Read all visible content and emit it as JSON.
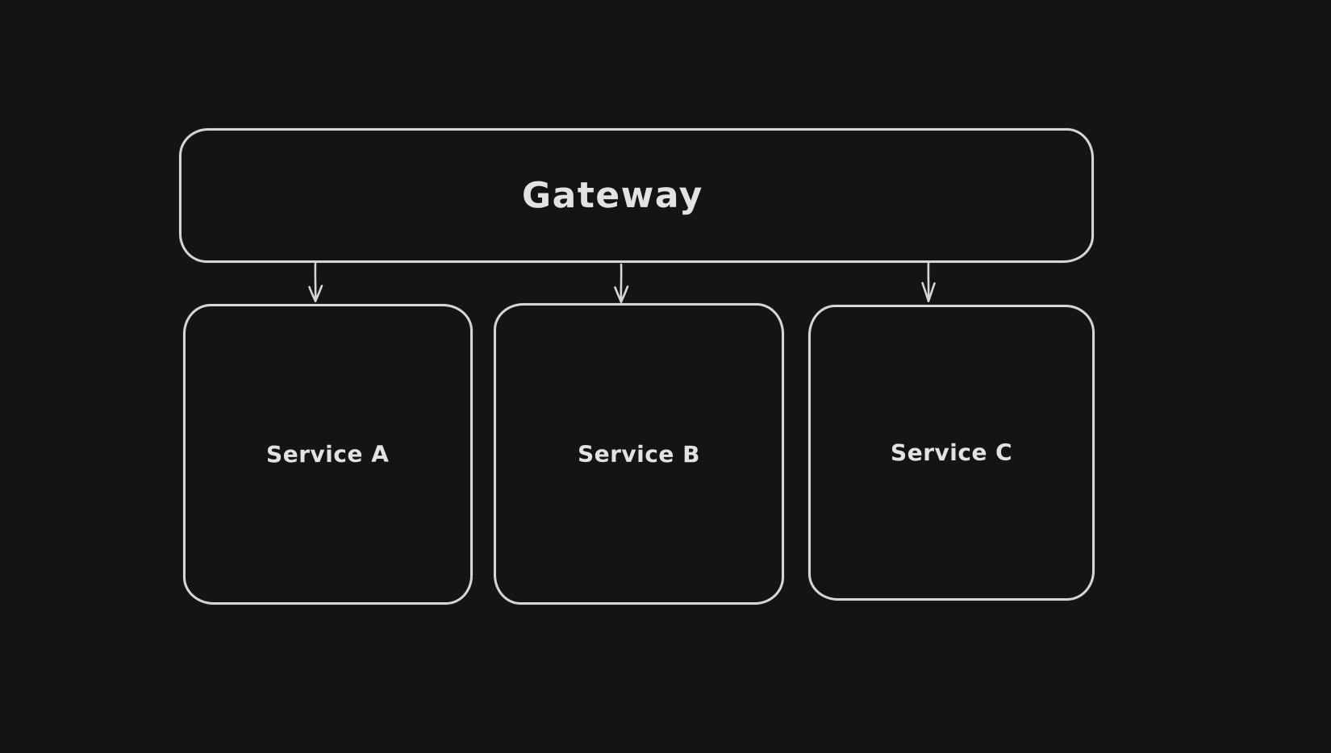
{
  "canvas": {
    "colors": {
      "background": "#141414",
      "stroke": "#d6d6d6",
      "text": "#e2e2e2"
    }
  },
  "diagram": {
    "type": "flowchart",
    "style": "hand-drawn",
    "nodes": [
      {
        "id": "gateway",
        "label": "Gateway"
      },
      {
        "id": "service-a",
        "label": "Service A"
      },
      {
        "id": "service-b",
        "label": "Service B"
      },
      {
        "id": "service-c",
        "label": "Service C"
      }
    ],
    "edges": [
      {
        "from": "gateway",
        "to": "service-a",
        "type": "arrow",
        "direction": "down"
      },
      {
        "from": "gateway",
        "to": "service-b",
        "type": "arrow",
        "direction": "down"
      },
      {
        "from": "gateway",
        "to": "service-c",
        "type": "arrow",
        "direction": "down"
      }
    ]
  }
}
